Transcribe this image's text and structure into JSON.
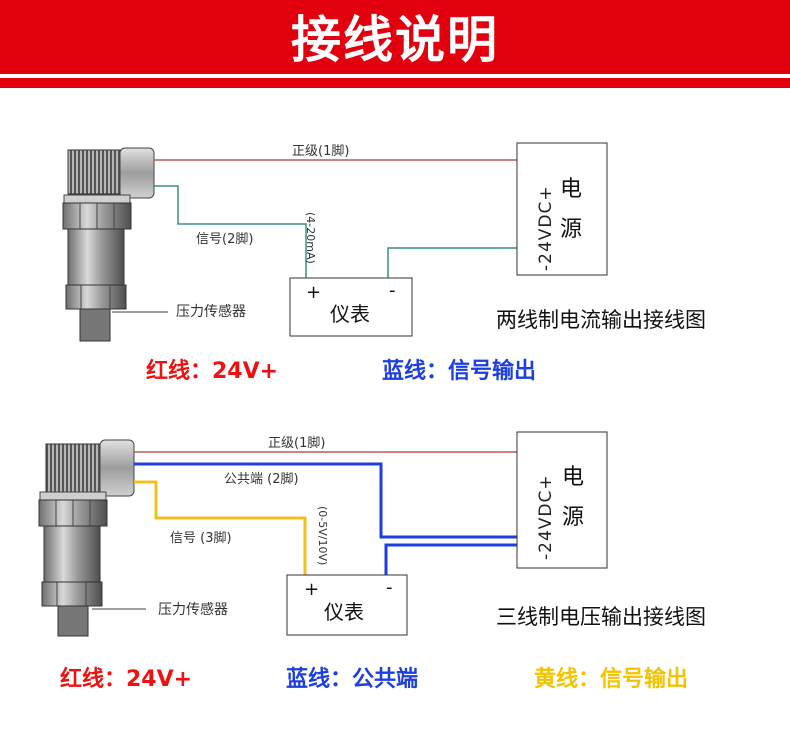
{
  "title": "接线说明",
  "colors": {
    "banner": "#e3000e",
    "red_wire": "#b85b5b",
    "signal_wire_teal": "#3a8f86",
    "blue_wire": "#1d3fe0",
    "yellow_wire": "#f0c020",
    "legend_red": "#ee1111",
    "legend_blue": "#1d3fe0",
    "legend_yellow": "#f2c400"
  },
  "diagram1": {
    "positive_label": "正级(1脚)",
    "signal_label": "信号(2脚)",
    "range_label": "(4-20mA)",
    "sensor_label": "压力传感器",
    "meter_label": "仪表",
    "meter_plus": "+",
    "meter_minus": "-",
    "power_voltage": "-24VDC+",
    "power_char_1": "电",
    "power_char_2": "源",
    "caption": "两线制电流输出接线图",
    "legend_red": "红线：24V+",
    "legend_blue": "蓝线：信号输出"
  },
  "diagram2": {
    "positive_label": "正级(1脚)",
    "common_label": "公共端 (2脚)",
    "signal_label": "信号 (3脚)",
    "range_label": "(0-5V/10V)",
    "sensor_label": "压力传感器",
    "meter_label": "仪表",
    "meter_plus": "+",
    "meter_minus": "-",
    "power_voltage": "-24VDC+",
    "power_char_1": "电",
    "power_char_2": "源",
    "caption": "三线制电压输出接线图",
    "legend_red": "红线：24V+",
    "legend_blue": "蓝线：公共端",
    "legend_yellow": "黄线：信号输出"
  }
}
